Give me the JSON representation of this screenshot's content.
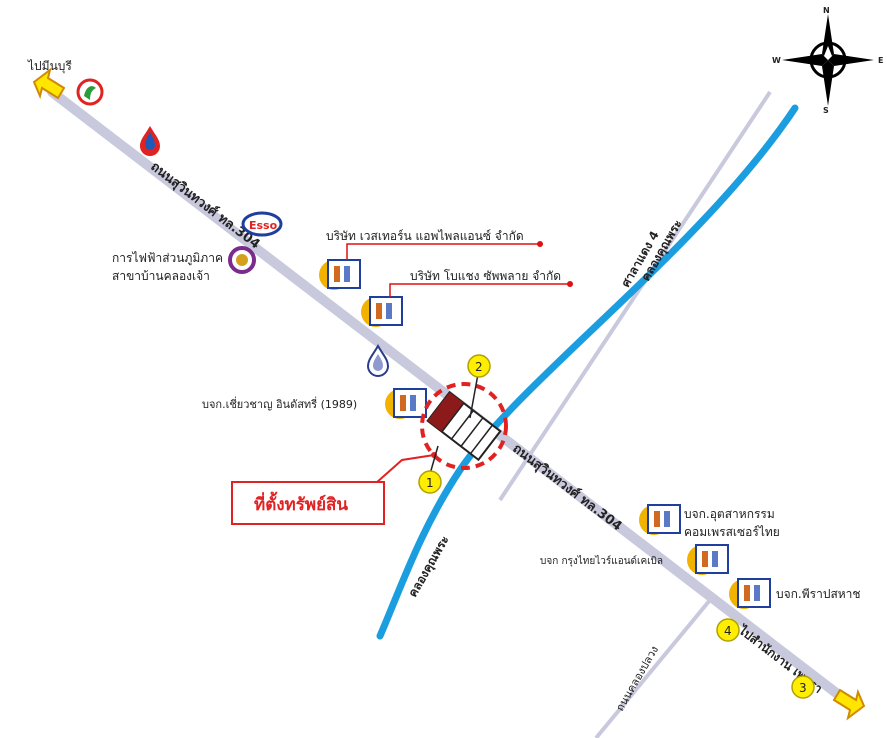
{
  "compass": {
    "north": "N",
    "south": "S",
    "east": "E",
    "west": "W"
  },
  "direction_labels": {
    "minburi": "ไปมีนบุรี",
    "chachoengsao": "ไปสำนักงาน เพทรา"
  },
  "roads": {
    "highway_304_upper": "ถนนสุวินทวงศ์ ทล.304",
    "highway_304_lower": "ถนนสุวินทวงศ์ ทล.304",
    "sala_daeng": "ศาลาแดง 4",
    "khlong_prawet": "ถนนคลองปลวง",
    "canal_upper": "คลองคุณพระ",
    "canal_lower": "คลองคุณพระ"
  },
  "places": {
    "pea_line1": "การไฟฟ้าส่วนภูมิภาค",
    "pea_line2": "สาขาบ้านคลองเจ้า",
    "western_appliance": "บริษัท เวสเทอร์น แอพไพลแอนซ์ จำกัด",
    "bosch_supply": "บริษัท โบแชง ซัพพลาย จำกัด",
    "chiochan": "บจก.เชี่ยวชาญ อินดัสทรี่ (1989)",
    "compressor_line1": "บจก.อุตสาหกรรม",
    "compressor_line2": "คอมเพรสเซอร์ไทย",
    "krungthai_wire": "บจก กรุงไทยไวร์แอนด์เคเบิล",
    "phiras": "บจก.พีราปสหาช"
  },
  "property_label": "ที่ตั้งทรัพย์สิน",
  "markers": [
    "1",
    "2",
    "3",
    "4"
  ],
  "icons": {
    "gas_station_1": "drop-red-icon",
    "gas_station_2": "drop-blue-icon",
    "esso": "Esso",
    "bank": "kbank-leaf-icon",
    "pea": "pea-emblem-icon"
  },
  "colors": {
    "highway": "#c9c9dd",
    "canal": "#1a9ee0",
    "property_circle": "#e02222",
    "marker_fill": "#ffee00",
    "arrow_fill": "#ffe500",
    "leader": "#d11"
  }
}
